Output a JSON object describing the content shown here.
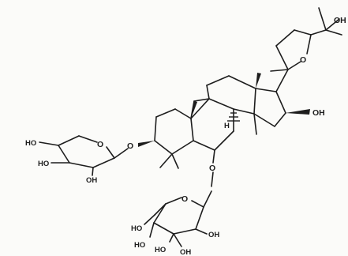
{
  "labels": {
    "oh_top": "OH",
    "o_furan": "O",
    "oh_c16": "OH",
    "o_c3": "O",
    "o_c6": "O",
    "xyl_o_ring": "O",
    "xyl_ho_left": "HO",
    "xyl_ho_mid": "HO",
    "xyl_oh": "OH",
    "glc_o_ring": "O",
    "glc_ho_ch2": "HO",
    "glc_oh_right": "OH",
    "glc_ho_bl1": "HO",
    "glc_ho_bl2": "HO",
    "glc_oh_bottom": "OH",
    "h_c16": "H"
  }
}
